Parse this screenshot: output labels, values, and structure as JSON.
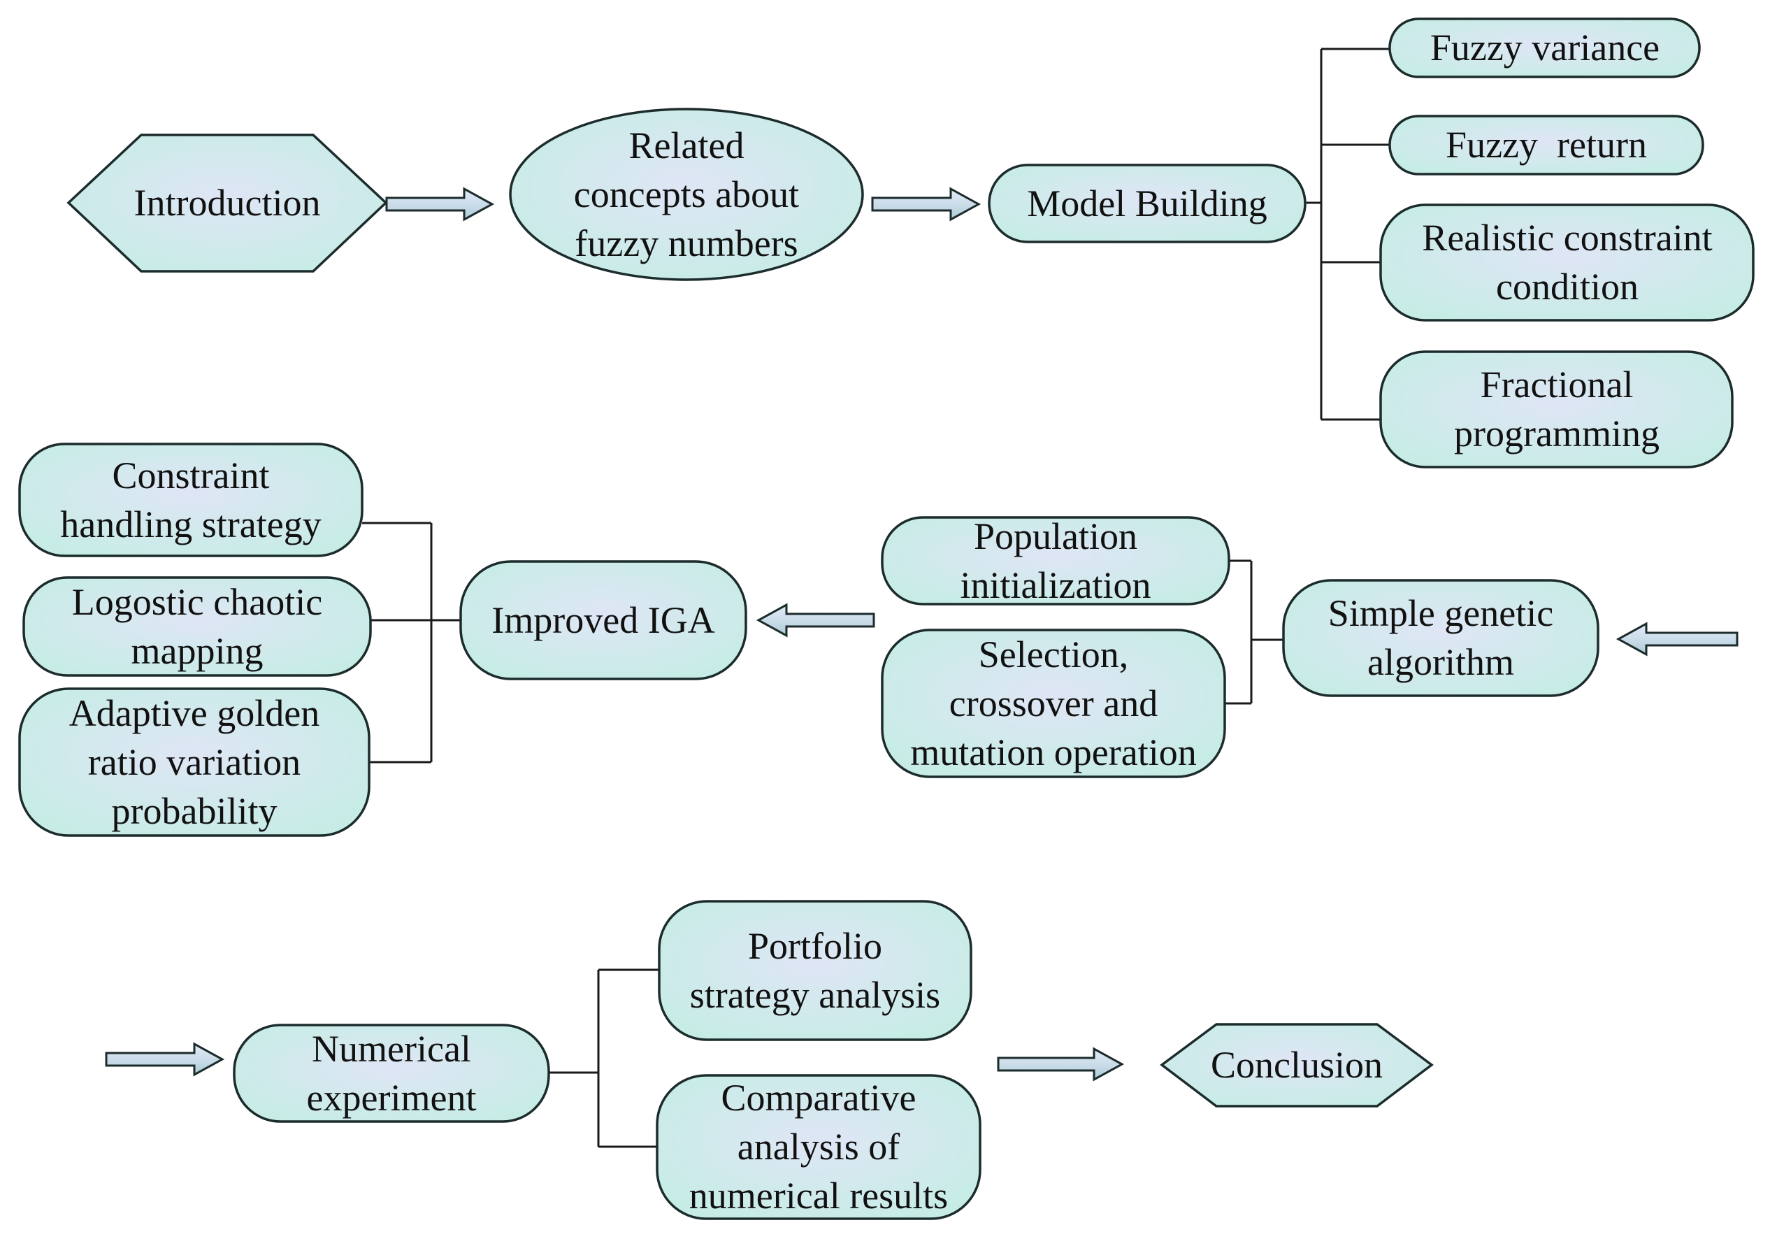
{
  "colors": {
    "node_fill_center": "#dfe6f5",
    "node_fill_edge": "#c7ece6",
    "outline": "#1c2b2b",
    "connector": "#1a1a1a",
    "arrow_fill_light": "#e3ebf7",
    "arrow_fill_dark": "#a9cbd6"
  },
  "nodes": {
    "introduction": {
      "lines": [
        "Introduction"
      ]
    },
    "related_concepts": {
      "lines": [
        "Related",
        "concepts about",
        "fuzzy numbers"
      ]
    },
    "model_building": {
      "lines": [
        "Model Building"
      ]
    },
    "fuzzy_variance": {
      "lines": [
        "Fuzzy variance"
      ]
    },
    "fuzzy_return": {
      "lines": [
        "Fuzzy  return"
      ]
    },
    "realistic_constraint": {
      "lines": [
        "Realistic constraint",
        "condition"
      ]
    },
    "fractional_programming": {
      "lines": [
        "Fractional",
        "programming"
      ]
    },
    "simple_genetic_algorithm": {
      "lines": [
        "Simple genetic",
        "algorithm"
      ]
    },
    "population_initialization": {
      "lines": [
        "Population",
        "initialization"
      ]
    },
    "selection_crossover": {
      "lines": [
        "Selection,",
        "crossover and",
        "mutation operation"
      ]
    },
    "improved_iga": {
      "lines": [
        "Improved IGA"
      ]
    },
    "constraint_handling": {
      "lines": [
        "Constraint",
        "handling strategy"
      ]
    },
    "logistic_chaotic": {
      "lines": [
        "Logostic chaotic",
        "mapping"
      ]
    },
    "adaptive_golden": {
      "lines": [
        "Adaptive golden",
        "ratio variation",
        "probability"
      ]
    },
    "numerical_experiment": {
      "lines": [
        "Numerical",
        "experiment"
      ]
    },
    "portfolio_strategy": {
      "lines": [
        "Portfolio",
        "strategy analysis"
      ]
    },
    "comparative_analysis": {
      "lines": [
        "Comparative",
        "analysis of",
        "numerical results"
      ]
    },
    "conclusion": {
      "lines": [
        "Conclusion"
      ]
    }
  }
}
